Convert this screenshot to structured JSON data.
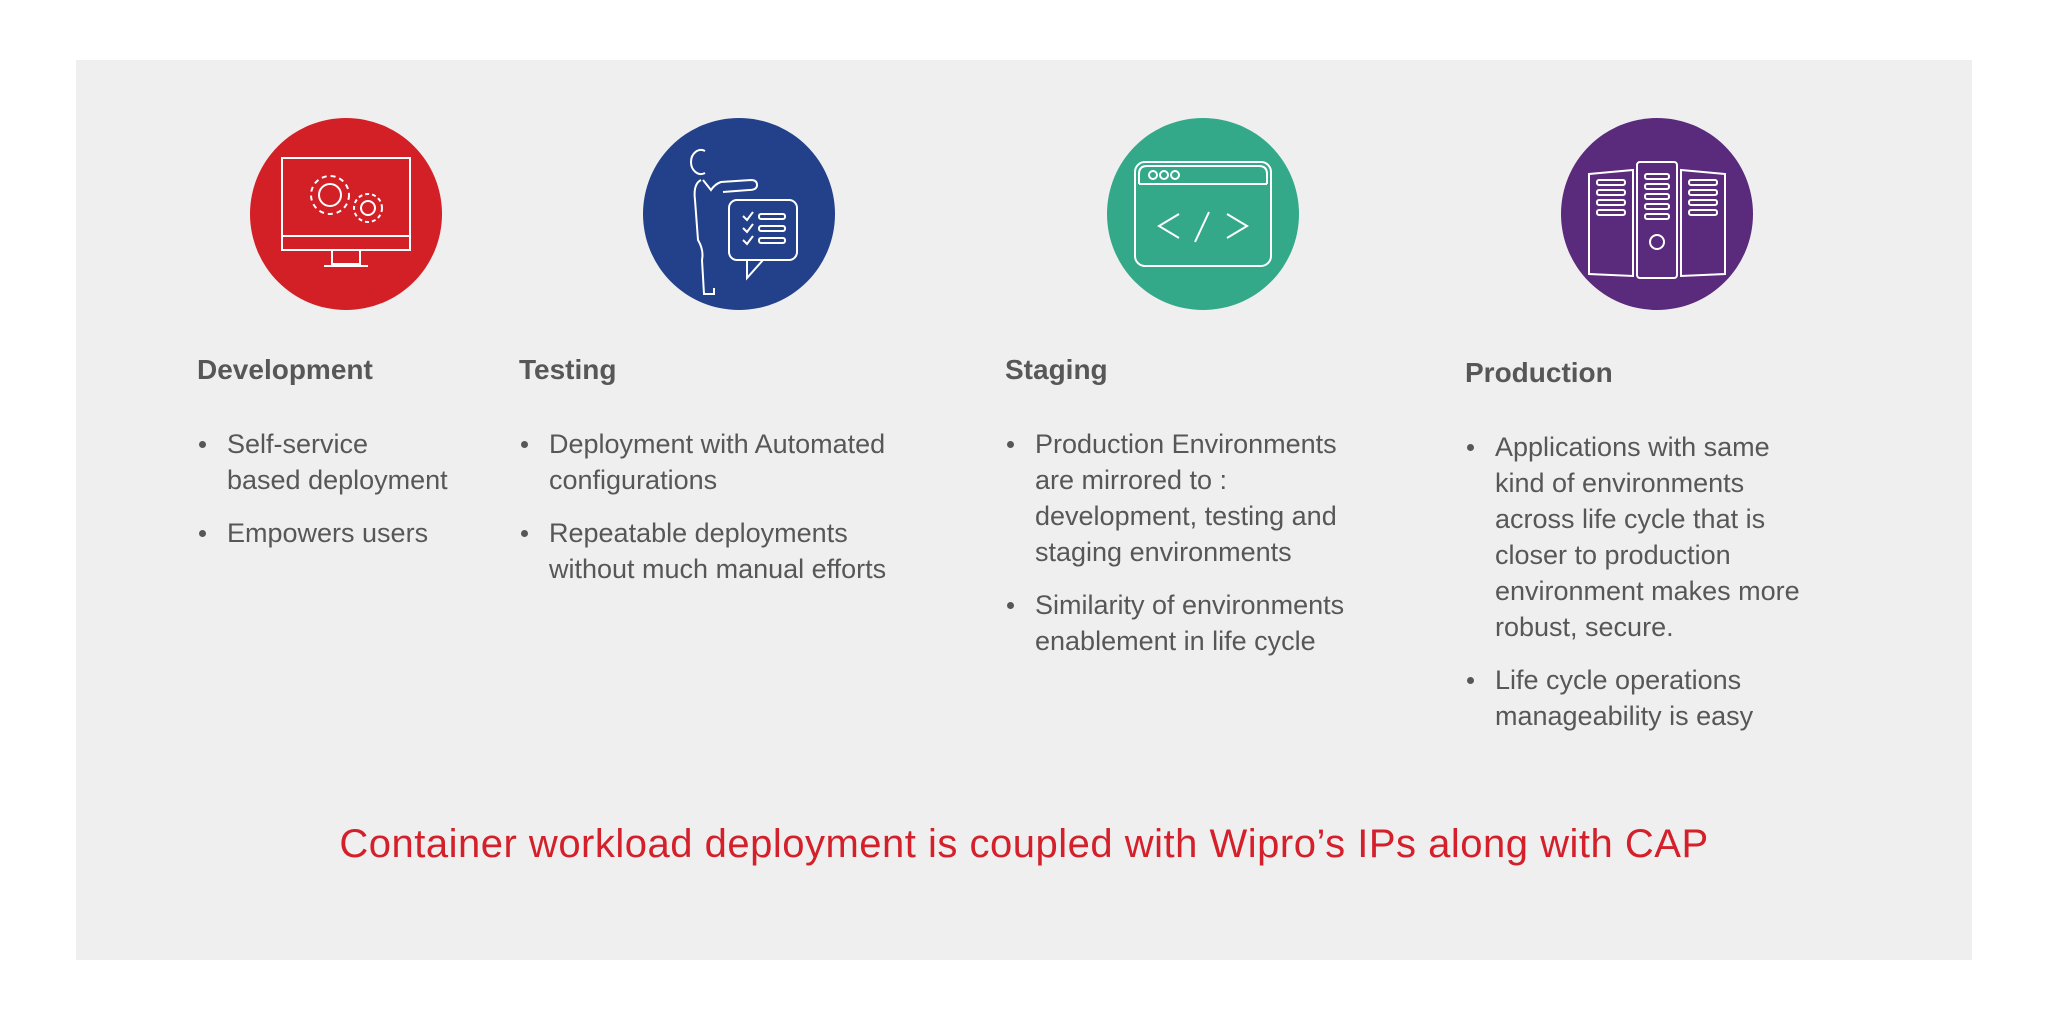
{
  "colors": {
    "background": "#efefef",
    "text": "#575757",
    "development": "#d32027",
    "testing": "#23418b",
    "staging": "#33a98a",
    "production": "#5a2a7d",
    "footer": "#d4202a"
  },
  "stages": [
    {
      "title": "Development",
      "icon": "monitor-gears-icon",
      "bullets": [
        [
          "Self-service",
          "based deployment"
        ],
        [
          "Empowers users"
        ]
      ]
    },
    {
      "title": "Testing",
      "icon": "person-checklist-icon",
      "bullets": [
        [
          "Deployment with Automated",
          "configurations"
        ],
        [
          "Repeatable deployments",
          "without  much manual efforts"
        ]
      ]
    },
    {
      "title": "Staging",
      "icon": "browser-code-icon",
      "bullets": [
        [
          "Production Environments",
          "are mirrored to :",
          "development, testing and",
          "staging environments"
        ],
        [
          "Similarity of environments",
          "enablement in life cycle"
        ]
      ]
    },
    {
      "title": "Production",
      "icon": "servers-icon",
      "bullets": [
        [
          "Applications with same",
          "kind of environments",
          "across life cycle that is",
          "closer to production",
          "environment makes more",
          "robust, secure."
        ],
        [
          "Life cycle operations",
          "manageability is easy"
        ]
      ]
    }
  ],
  "footer": "Container workload deployment is coupled with Wipro’s IPs along with CAP"
}
